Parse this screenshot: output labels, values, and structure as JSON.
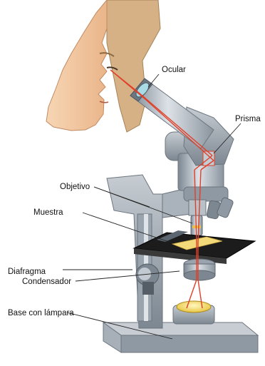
{
  "diagram": {
    "labels": {
      "ocular": "Ocular",
      "prisma": "Prisma",
      "objetivo": "Objetivo",
      "muestra": "Muestra",
      "diafragma": "Diafragma",
      "condensador": "Condensador",
      "base": "Base con lámpara"
    },
    "colors": {
      "light_ray": "#e0402a",
      "metal_dark": "#6d7782",
      "metal_mid": "#a9b2bb",
      "metal_light": "#d9dee3",
      "skin": "#f3c9a0",
      "hair": "#c9a57a",
      "stage_black": "#1c1c1c",
      "specimen": "#f2d97a"
    }
  }
}
